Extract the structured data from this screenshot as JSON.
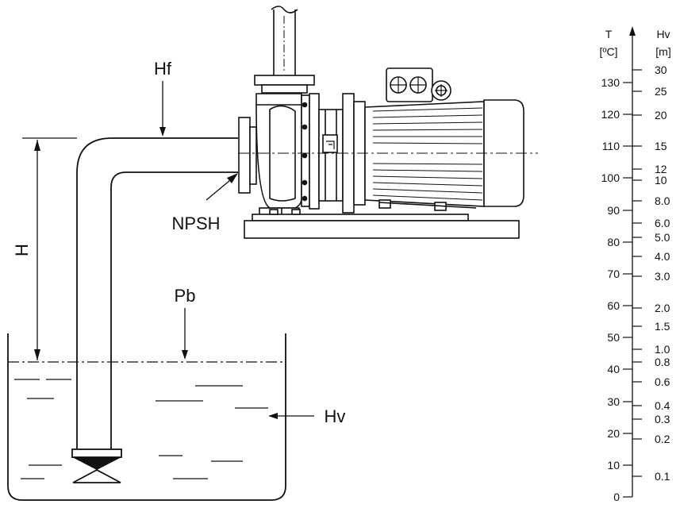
{
  "labels": {
    "hf": "Hf",
    "npsh": "NPSH",
    "h": "H",
    "pb": "Pb",
    "hv": "Hv"
  },
  "scale": {
    "t_title": "T",
    "t_unit": "[ºC]",
    "hv_title": "Hv",
    "hv_unit": "[m]",
    "t_ticks": [
      "0",
      "10",
      "20",
      "30",
      "40",
      "50",
      "60",
      "70",
      "80",
      "90",
      "100",
      "110",
      "120",
      "130"
    ],
    "hv_ticks": [
      "0.1",
      "0.2",
      "0.3",
      "0.4",
      "0.6",
      "0.8",
      "1.0",
      "1.5",
      "2.0",
      "3.0",
      "4.0",
      "5.0",
      "6.0",
      "8.0",
      "10",
      "12",
      "15",
      "20",
      "25",
      "30"
    ]
  },
  "colors": {
    "line": "#111111",
    "background": "#ffffff"
  }
}
